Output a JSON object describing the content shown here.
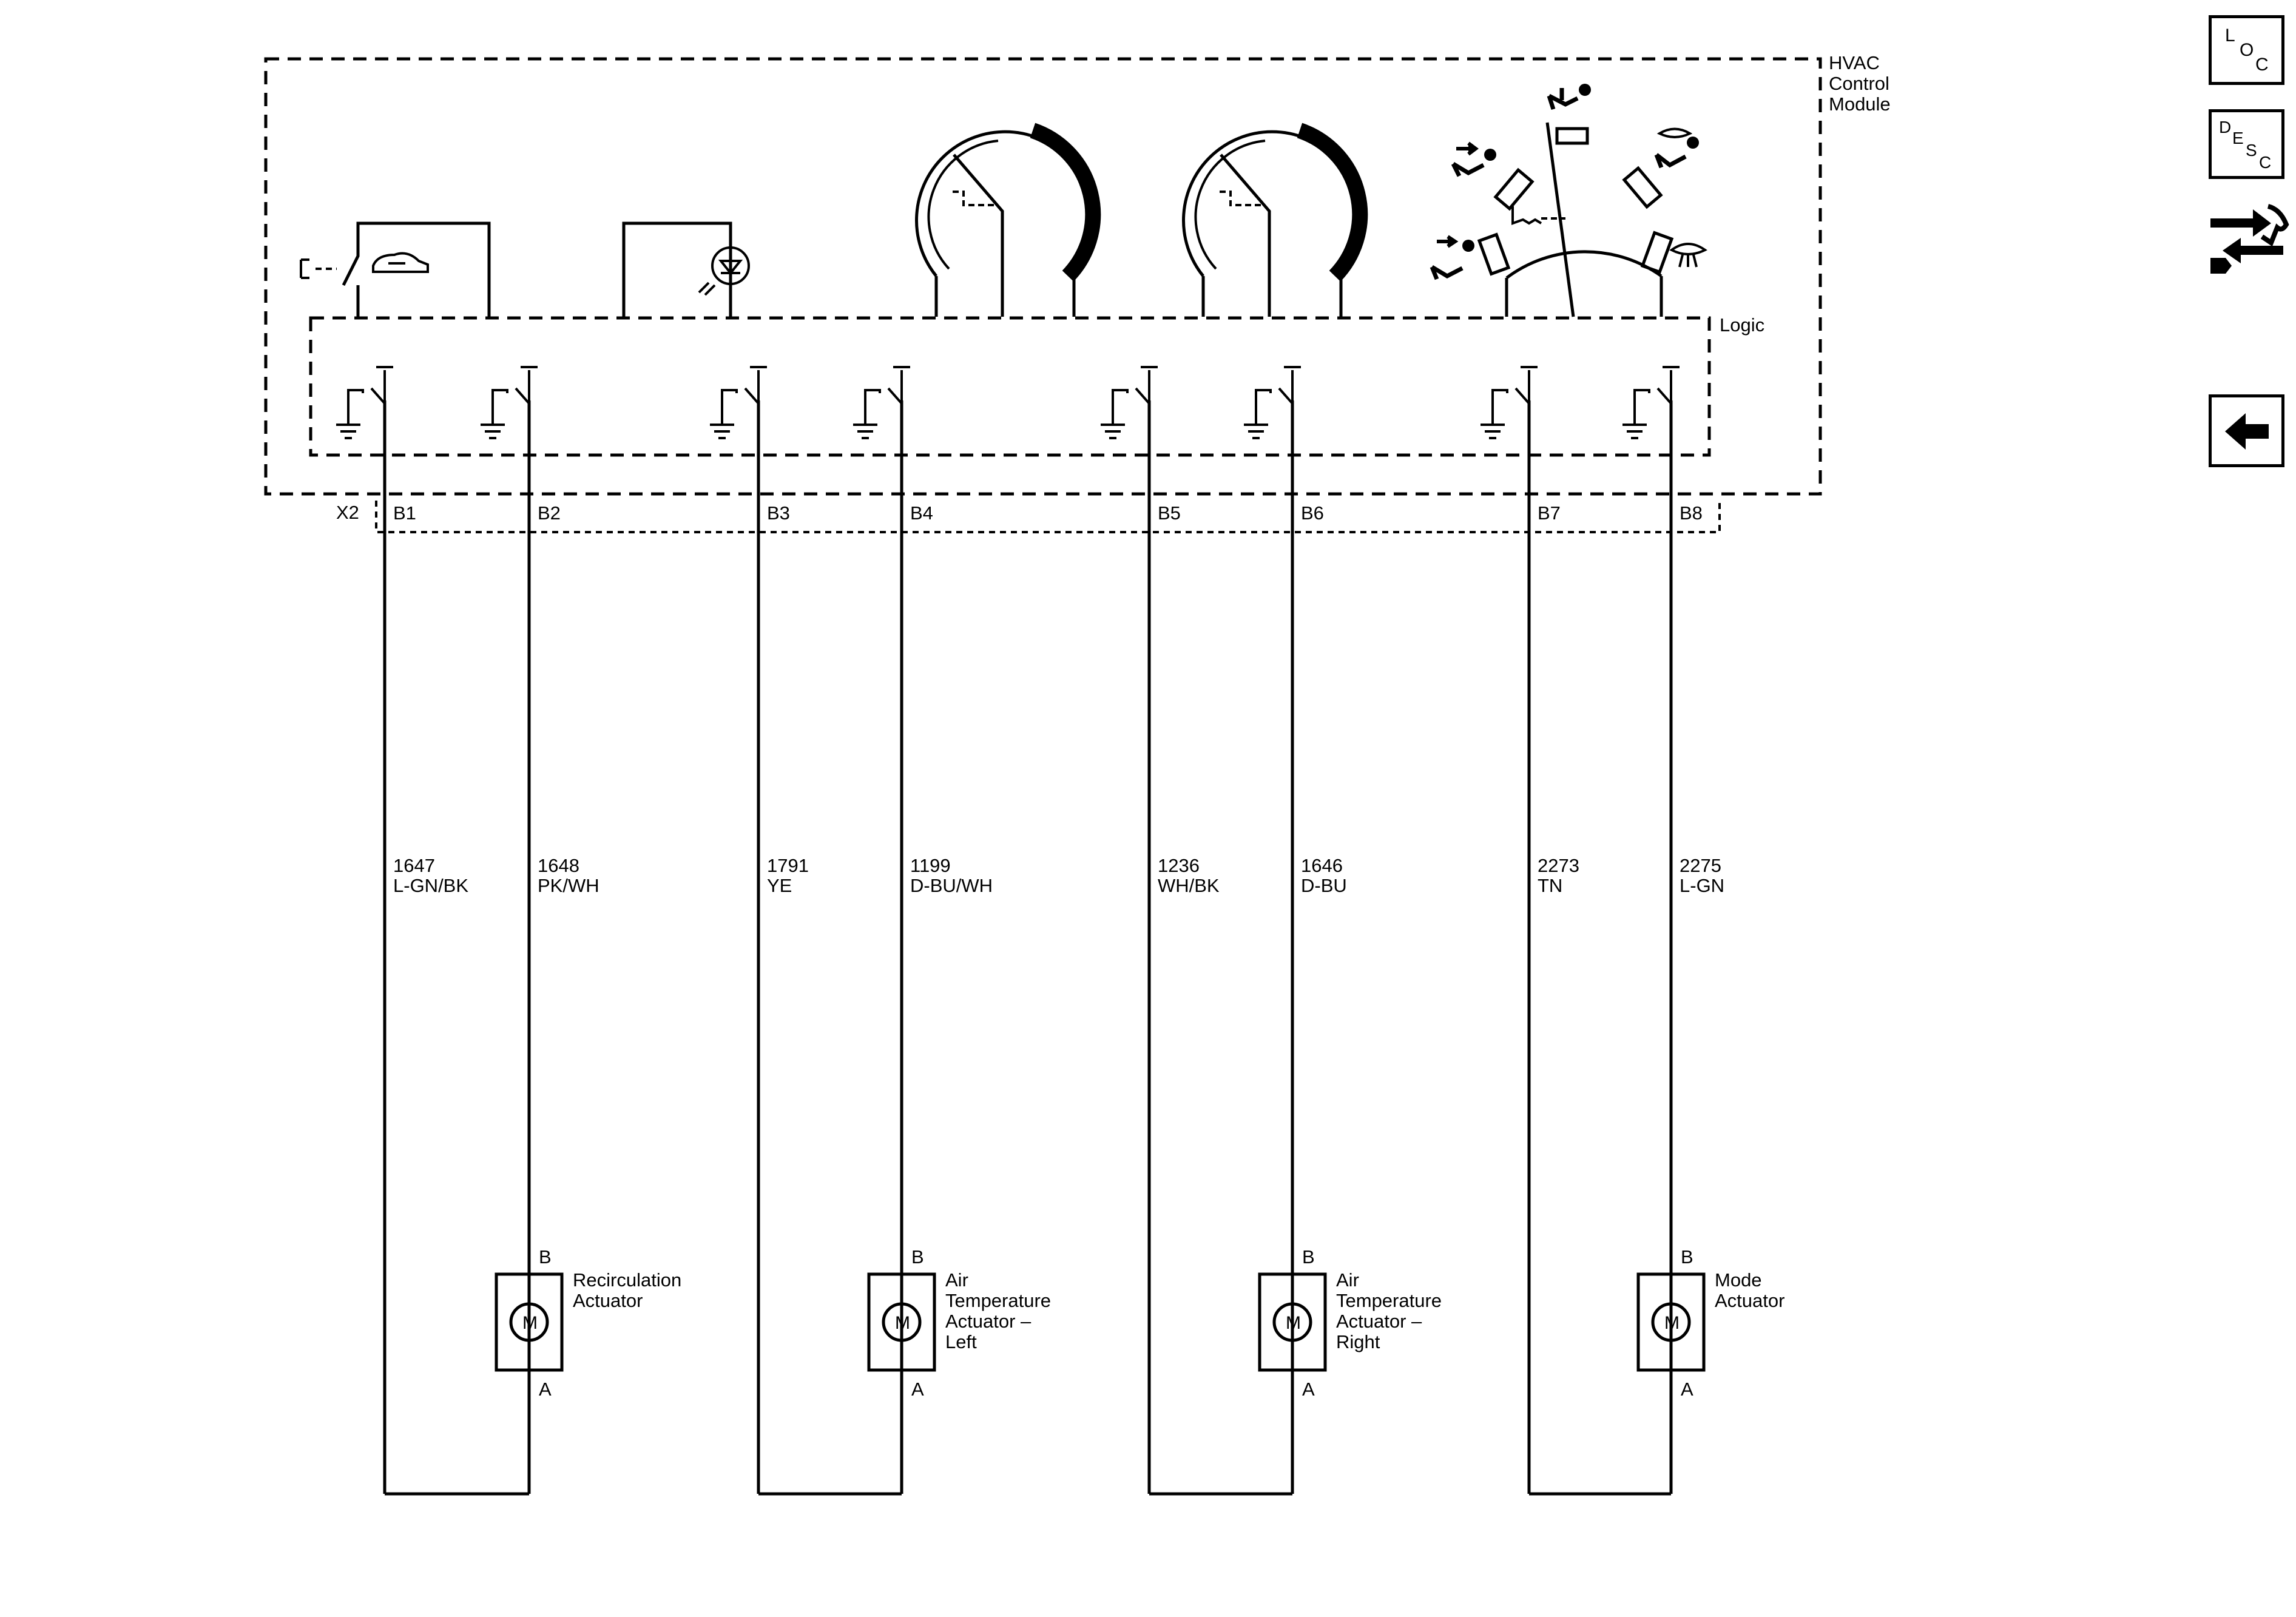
{
  "module": {
    "title_line1": "HVAC",
    "title_line2": "Control",
    "title_line3": "Module",
    "logic_label": "Logic",
    "connector": "X2"
  },
  "pins": [
    {
      "pin": "B1",
      "circuit": "1647",
      "color": "L-GN/BK"
    },
    {
      "pin": "B2",
      "circuit": "1648",
      "color": "PK/WH"
    },
    {
      "pin": "B3",
      "circuit": "1791",
      "color": "YE"
    },
    {
      "pin": "B4",
      "circuit": "1199",
      "color": "D-BU/WH"
    },
    {
      "pin": "B5",
      "circuit": "1236",
      "color": "WH/BK"
    },
    {
      "pin": "B6",
      "circuit": "1646",
      "color": "D-BU"
    },
    {
      "pin": "B7",
      "circuit": "2273",
      "color": "TN"
    },
    {
      "pin": "B8",
      "circuit": "2275",
      "color": "L-GN"
    }
  ],
  "actuators": [
    {
      "lines": [
        "Recirculation",
        "Actuator"
      ],
      "pin_b": "B",
      "pin_a": "A",
      "symbol": "M"
    },
    {
      "lines": [
        "Air",
        "Temperature",
        "Actuator –",
        "Left"
      ],
      "pin_b": "B",
      "pin_a": "A",
      "symbol": "M"
    },
    {
      "lines": [
        "Air",
        "Temperature",
        "Actuator –",
        "Right"
      ],
      "pin_b": "B",
      "pin_a": "A",
      "symbol": "M"
    },
    {
      "lines": [
        "Mode",
        "Actuator"
      ],
      "pin_b": "B",
      "pin_a": "A",
      "symbol": "M"
    }
  ],
  "nav": {
    "loc": {
      "l1": "L",
      "l2": "O",
      "l3": "C"
    },
    "desc": {
      "l1": "D",
      "l2": "E",
      "l3": "S",
      "l4": "C"
    },
    "icons": [
      "connector-swap-icon",
      "back-arrow-icon"
    ]
  }
}
